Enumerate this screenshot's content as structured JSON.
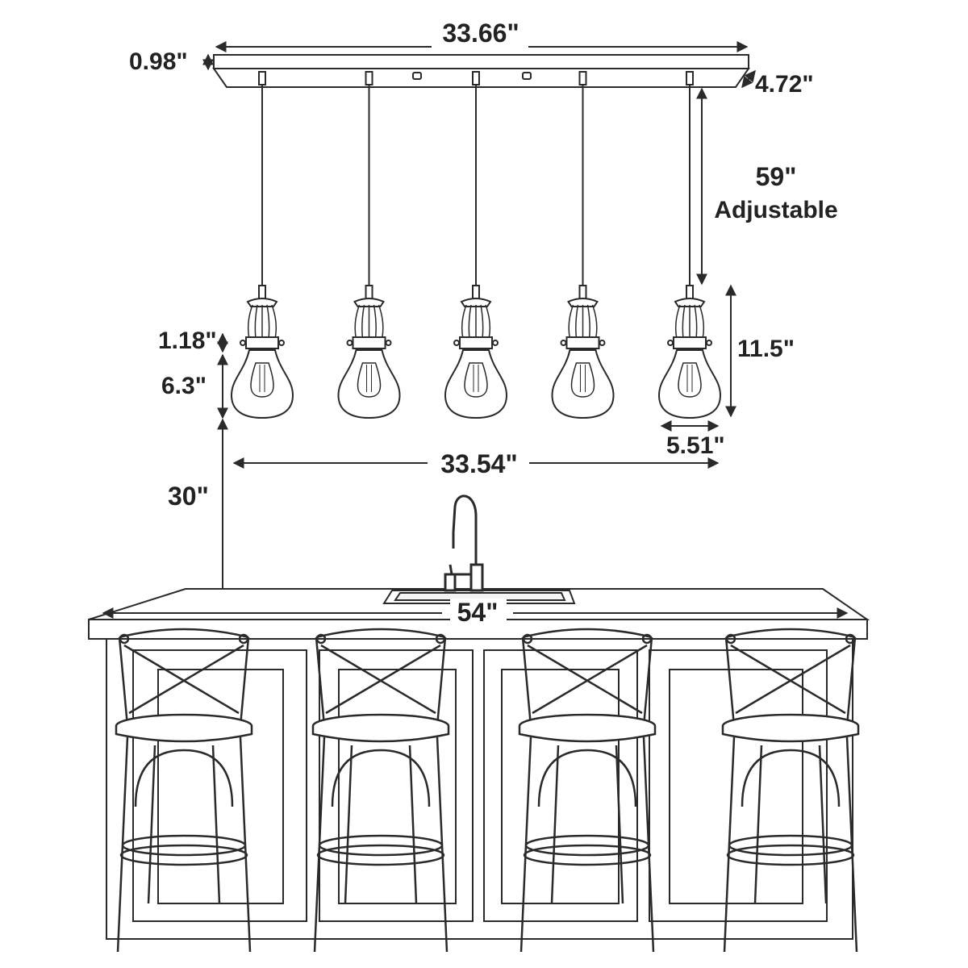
{
  "dimensions": {
    "canopy_length": "33.66\"",
    "canopy_height": "0.98\"",
    "canopy_depth": "4.72\"",
    "cord_length": "59\"",
    "cord_note": "Adjustable",
    "shade_height": "11.5\"",
    "shade_top": "1.18\"",
    "shade_glass": "6.3\"",
    "shade_width": "5.51\"",
    "pendant_span": "33.54\"",
    "hang_height": "30\"",
    "island_length": "54\""
  },
  "colors": {
    "line": "#2a2a2a",
    "text": "#222222",
    "background": "#ffffff"
  },
  "pendant_count": 5,
  "stool_count": 4
}
